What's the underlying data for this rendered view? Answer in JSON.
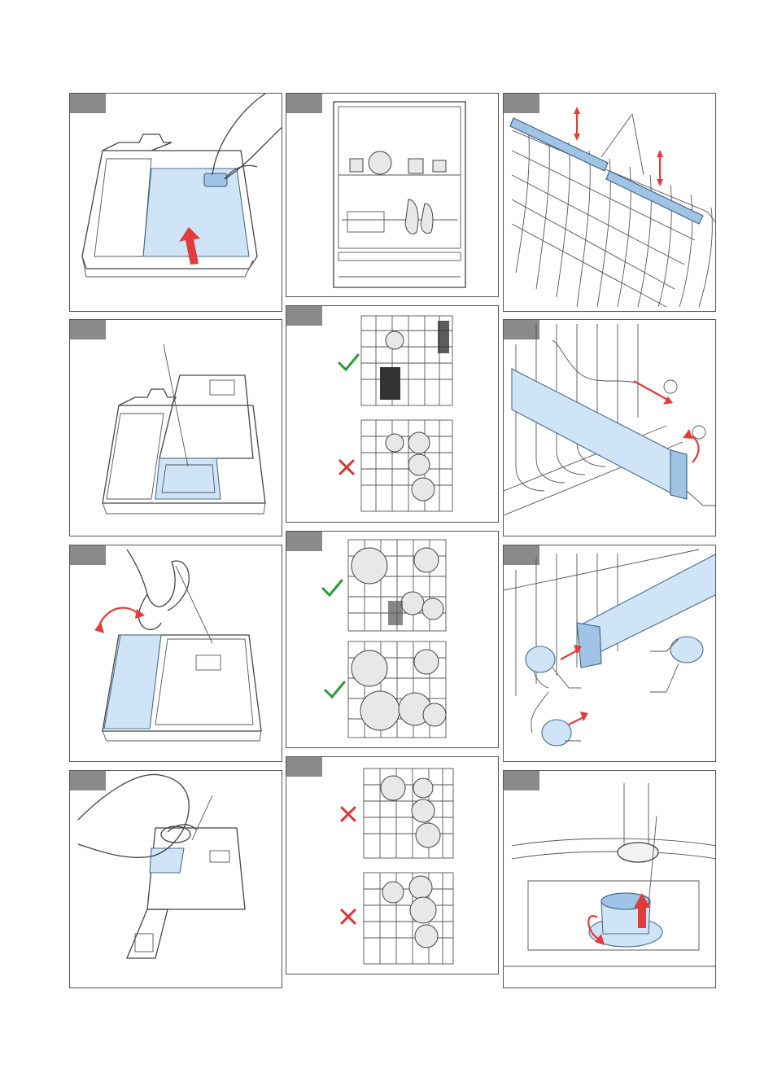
{
  "page": {
    "panels": [
      {
        "id": "A1",
        "subject": "rinse-aid-lid-open"
      },
      {
        "id": "B1",
        "subject": "dishwasher-front-loaded"
      },
      {
        "id": "C1",
        "subject": "upper-basket-tines"
      },
      {
        "id": "A2",
        "subject": "detergent-compartment"
      },
      {
        "id": "B2",
        "subject": "lower-basket-loading-cutlery"
      },
      {
        "id": "C2",
        "subject": "spray-arm-removal"
      },
      {
        "id": "A3",
        "subject": "lid-folding"
      },
      {
        "id": "B3",
        "subject": "basket-loading-correct"
      },
      {
        "id": "C3",
        "subject": "spray-arm-attachment"
      },
      {
        "id": "A4",
        "subject": "rinse-aid-filling"
      },
      {
        "id": "B4",
        "subject": "basket-loading-incorrect"
      },
      {
        "id": "C4",
        "subject": "filter-removal"
      }
    ],
    "marks": {
      "correct": "✓",
      "incorrect": "✕"
    },
    "colors": {
      "highlight_blue": "#cfe4f7",
      "arrow_red": "#e23b3b",
      "check_green": "#2c9a3a",
      "cross_red": "#d83333",
      "tab_gray": "#8a8a8a"
    }
  }
}
